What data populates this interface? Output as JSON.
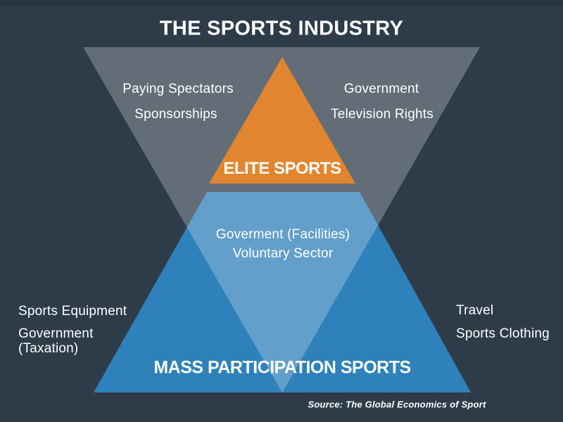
{
  "title": "THE SPORTS INDUSTRY",
  "colors": {
    "background": "#2e3c4a",
    "background_top": "#283442",
    "blue": "#2e81ba",
    "gray_overlay": "rgba(255,255,255,0.25)",
    "orange": "#e1862e",
    "text": "#ffffff"
  },
  "elite": {
    "label": "ELITE SPORTS",
    "left_items": [
      "Paying Spectators",
      "Sponsorships"
    ],
    "right_items": [
      "Government",
      "Television Rights"
    ]
  },
  "overlap": {
    "items": [
      "Goverment (Facilities)",
      "Voluntary Sector"
    ]
  },
  "mass": {
    "label": "MASS PARTICIPATION SPORTS",
    "left_items": [
      "Sports Equipment",
      "Government (Taxation)"
    ],
    "right_items": [
      "Travel",
      "Sports Clothing"
    ]
  },
  "source": "Source: The Global Economics of Sport"
}
